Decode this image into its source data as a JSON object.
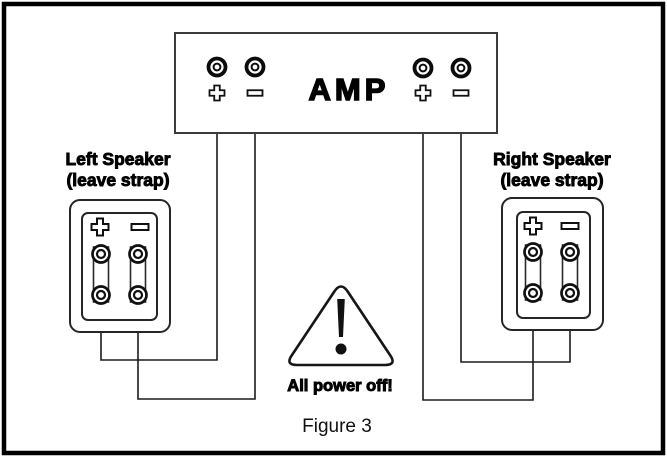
{
  "figure": {
    "caption": "Figure 3",
    "warning": {
      "text": "All power off!",
      "icon": "exclamation-triangle"
    },
    "amp": {
      "label": "AMP",
      "terminals": [
        {
          "channel": "left",
          "polarity": "+"
        },
        {
          "channel": "left",
          "polarity": "-"
        },
        {
          "channel": "right",
          "polarity": "+"
        },
        {
          "channel": "right",
          "polarity": "-"
        }
      ]
    },
    "speakers": {
      "left": {
        "title": "Left Speaker",
        "subtitle": "(leave strap)",
        "terminal_labels": [
          "+",
          "-"
        ],
        "strap_count": 2
      },
      "right": {
        "title": "Right Speaker",
        "subtitle": "(leave strap)",
        "terminal_labels": [
          "+",
          "-"
        ],
        "strap_count": 2
      }
    },
    "connections": [
      "left-speaker-plus to amp-left-plus",
      "left-speaker-minus to amp-left-minus",
      "amp-right-plus to right-speaker-plus",
      "amp-right-minus to right-speaker-minus"
    ],
    "colors": {
      "line": "#1c1c1c",
      "frame": "#000000",
      "background": "#ffffff"
    }
  }
}
